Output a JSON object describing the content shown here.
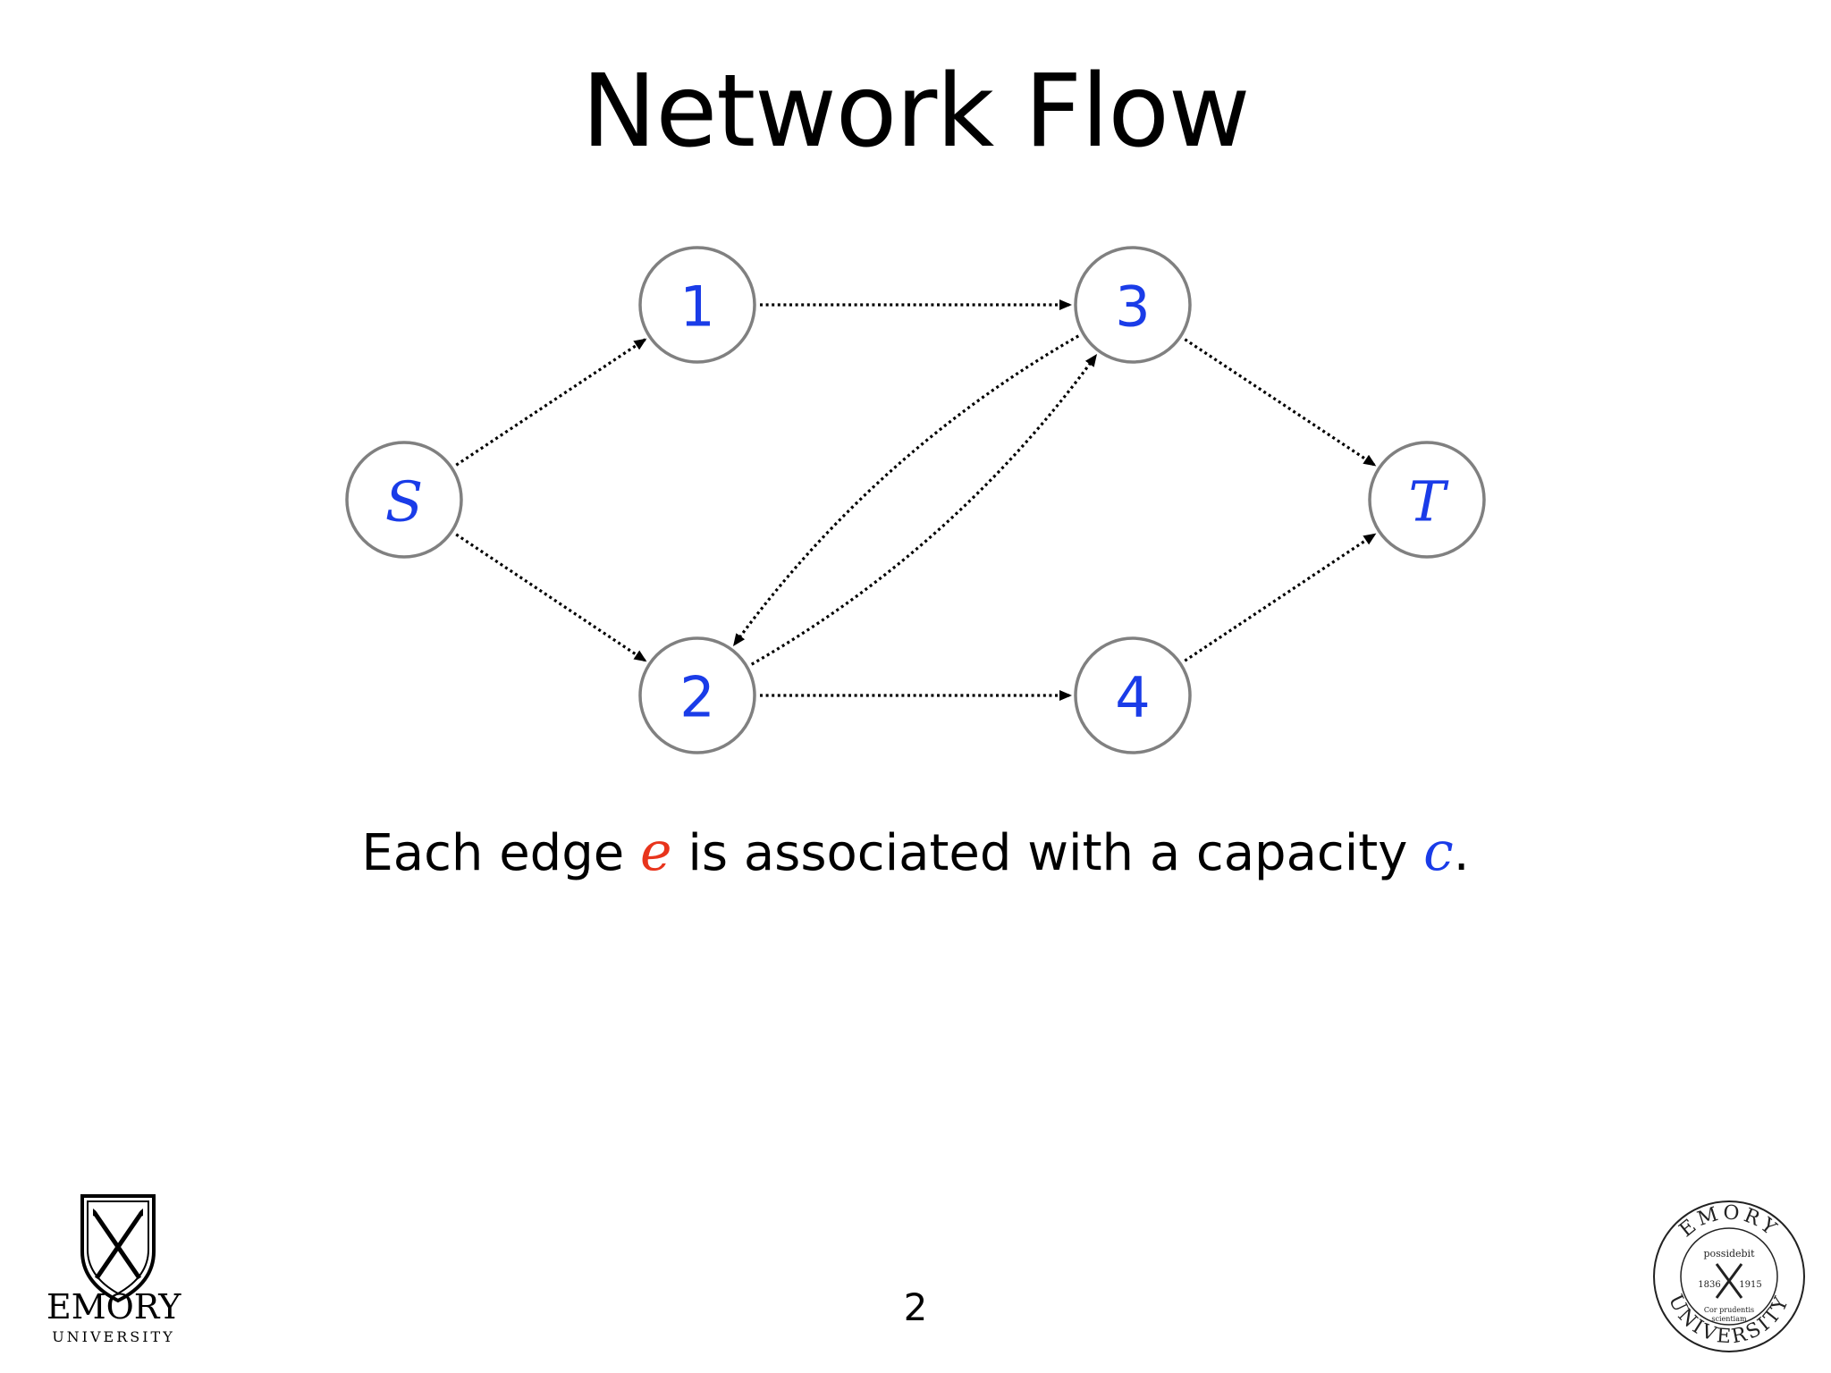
{
  "slide": {
    "title": "Network Flow",
    "caption_pre": "Each edge ",
    "caption_var_e": "e",
    "caption_mid": " is associated with a capacity ",
    "caption_var_c": "c",
    "caption_post": ".",
    "page_number": "2"
  },
  "graph": {
    "nodes": [
      {
        "id": "S",
        "label": "S",
        "style": "italic"
      },
      {
        "id": "1",
        "label": "1",
        "style": "number"
      },
      {
        "id": "2",
        "label": "2",
        "style": "number"
      },
      {
        "id": "3",
        "label": "3",
        "style": "number"
      },
      {
        "id": "4",
        "label": "4",
        "style": "number"
      },
      {
        "id": "T",
        "label": "T",
        "style": "italic"
      }
    ],
    "edges": [
      {
        "from": "S",
        "to": "1"
      },
      {
        "from": "S",
        "to": "2"
      },
      {
        "from": "1",
        "to": "3"
      },
      {
        "from": "2",
        "to": "4"
      },
      {
        "from": "2",
        "to": "3"
      },
      {
        "from": "3",
        "to": "2"
      },
      {
        "from": "3",
        "to": "T"
      },
      {
        "from": "4",
        "to": "T"
      }
    ],
    "edge_style": "dotted",
    "node_label_color": "#1a3ce8"
  },
  "branding": {
    "logo_word": "EMORY",
    "logo_subword": "UNIVERSITY",
    "seal_top_text": "EMORY",
    "seal_bottom_text": "UNIVERSITY",
    "seal_motto_left": "Cor prudentis",
    "seal_motto_center": "possidebit",
    "seal_motto_right": "scientiam",
    "seal_year_left": "1836",
    "seal_year_right": "1915"
  },
  "colors": {
    "accent_blue": "#1a3ce8",
    "accent_red": "#e8341c",
    "node_stroke": "#808080"
  }
}
